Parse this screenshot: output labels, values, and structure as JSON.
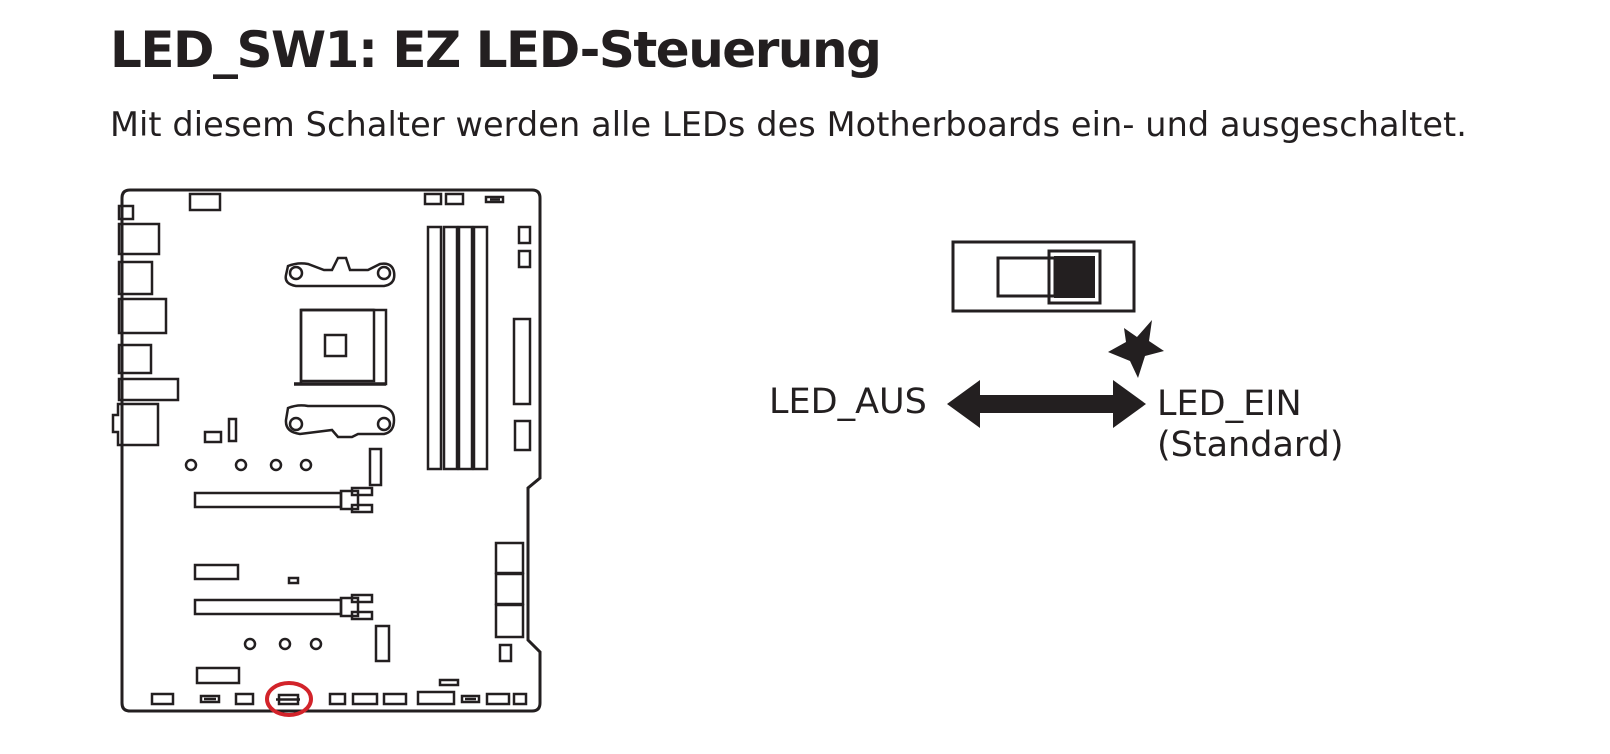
{
  "header": {
    "title": "LED_SW1: EZ LED-Steuerung",
    "description": "Mit diesem Schalter werden alle LEDs des Motherboards ein- und ausgeschaltet."
  },
  "diagram": {
    "label_off": "LED_AUS",
    "label_on": "LED_EIN",
    "label_on_note": "(Standard)",
    "highlight_color": "#d2232a",
    "line_color": "#231f20"
  }
}
